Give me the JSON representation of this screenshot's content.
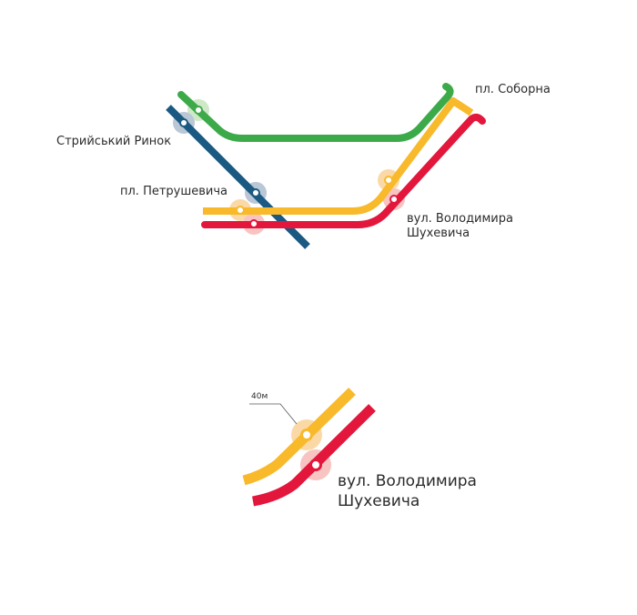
{
  "colors": {
    "green": "#3daa4a",
    "blue": "#1a5a82",
    "yellow": "#f8b92b",
    "red": "#e3163c",
    "station_ring": "#ffffff",
    "halo_blue": "#b9c7d6",
    "halo_yellow": "#fbd9a6",
    "halo_red": "#f7c4c2",
    "halo_green": "#cfe9c8",
    "text": "#2b2b2b"
  },
  "overview": {
    "lines": [
      {
        "id": "green",
        "color_key": "green"
      },
      {
        "id": "blue",
        "color_key": "blue"
      },
      {
        "id": "yellow",
        "color_key": "yellow"
      },
      {
        "id": "red",
        "color_key": "red"
      }
    ],
    "stations": {
      "stryiskyi_rynok": "Стрийський Ринок",
      "petrushevycha": "пл. Петрушевича",
      "soborna": "пл. Соборна",
      "shukhevycha_line1": "вул. Володимира",
      "shukhevycha_line2": "Шухевича"
    }
  },
  "detail": {
    "distance_label": "40м",
    "station_line1": "вул. Володимира",
    "station_line2": "Шухевича"
  }
}
